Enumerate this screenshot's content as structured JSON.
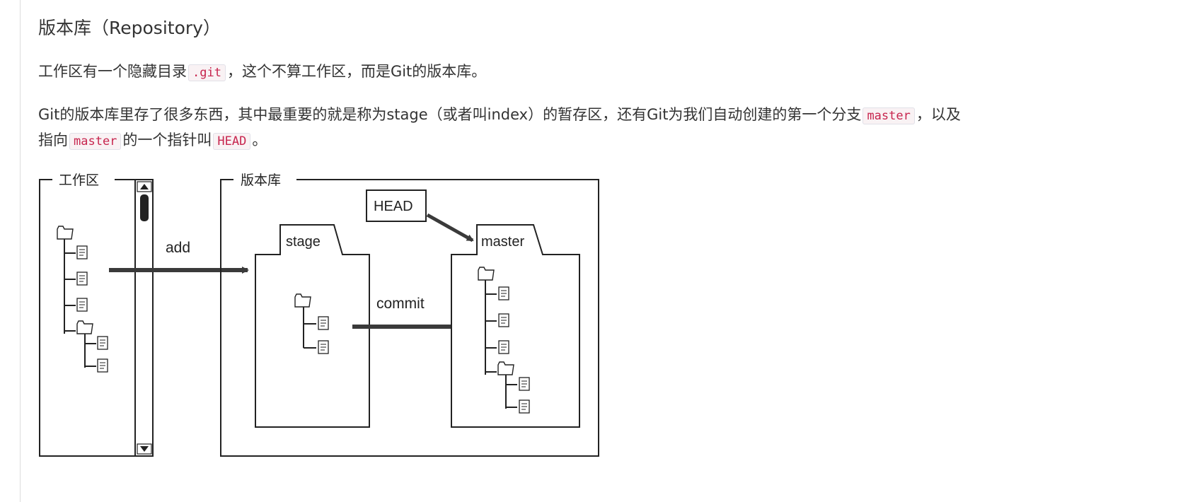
{
  "section": {
    "title": "版本库（Repository）"
  },
  "para1": {
    "text_a": "工作区有一个隐藏目录",
    "code_a": ".git",
    "text_b": "，这个不算工作区，而是Git的版本库。"
  },
  "para2": {
    "text_a": "Git的版本库里存了很多东西，其中最重要的就是称为stage（或者叫index）的暂存区，还有Git为我们自动创建的第一个分支",
    "code_a": "master",
    "text_b": "，以及",
    "text_c": "指向",
    "code_b": "master",
    "text_d": "的一个指针叫",
    "code_c": "HEAD",
    "text_e": "。"
  },
  "diagram": {
    "workspace_label": "工作区",
    "repository_label": "版本库",
    "add_label": "add",
    "commit_label": "commit",
    "stage_label": "stage",
    "master_label": "master",
    "head_label": "HEAD"
  }
}
